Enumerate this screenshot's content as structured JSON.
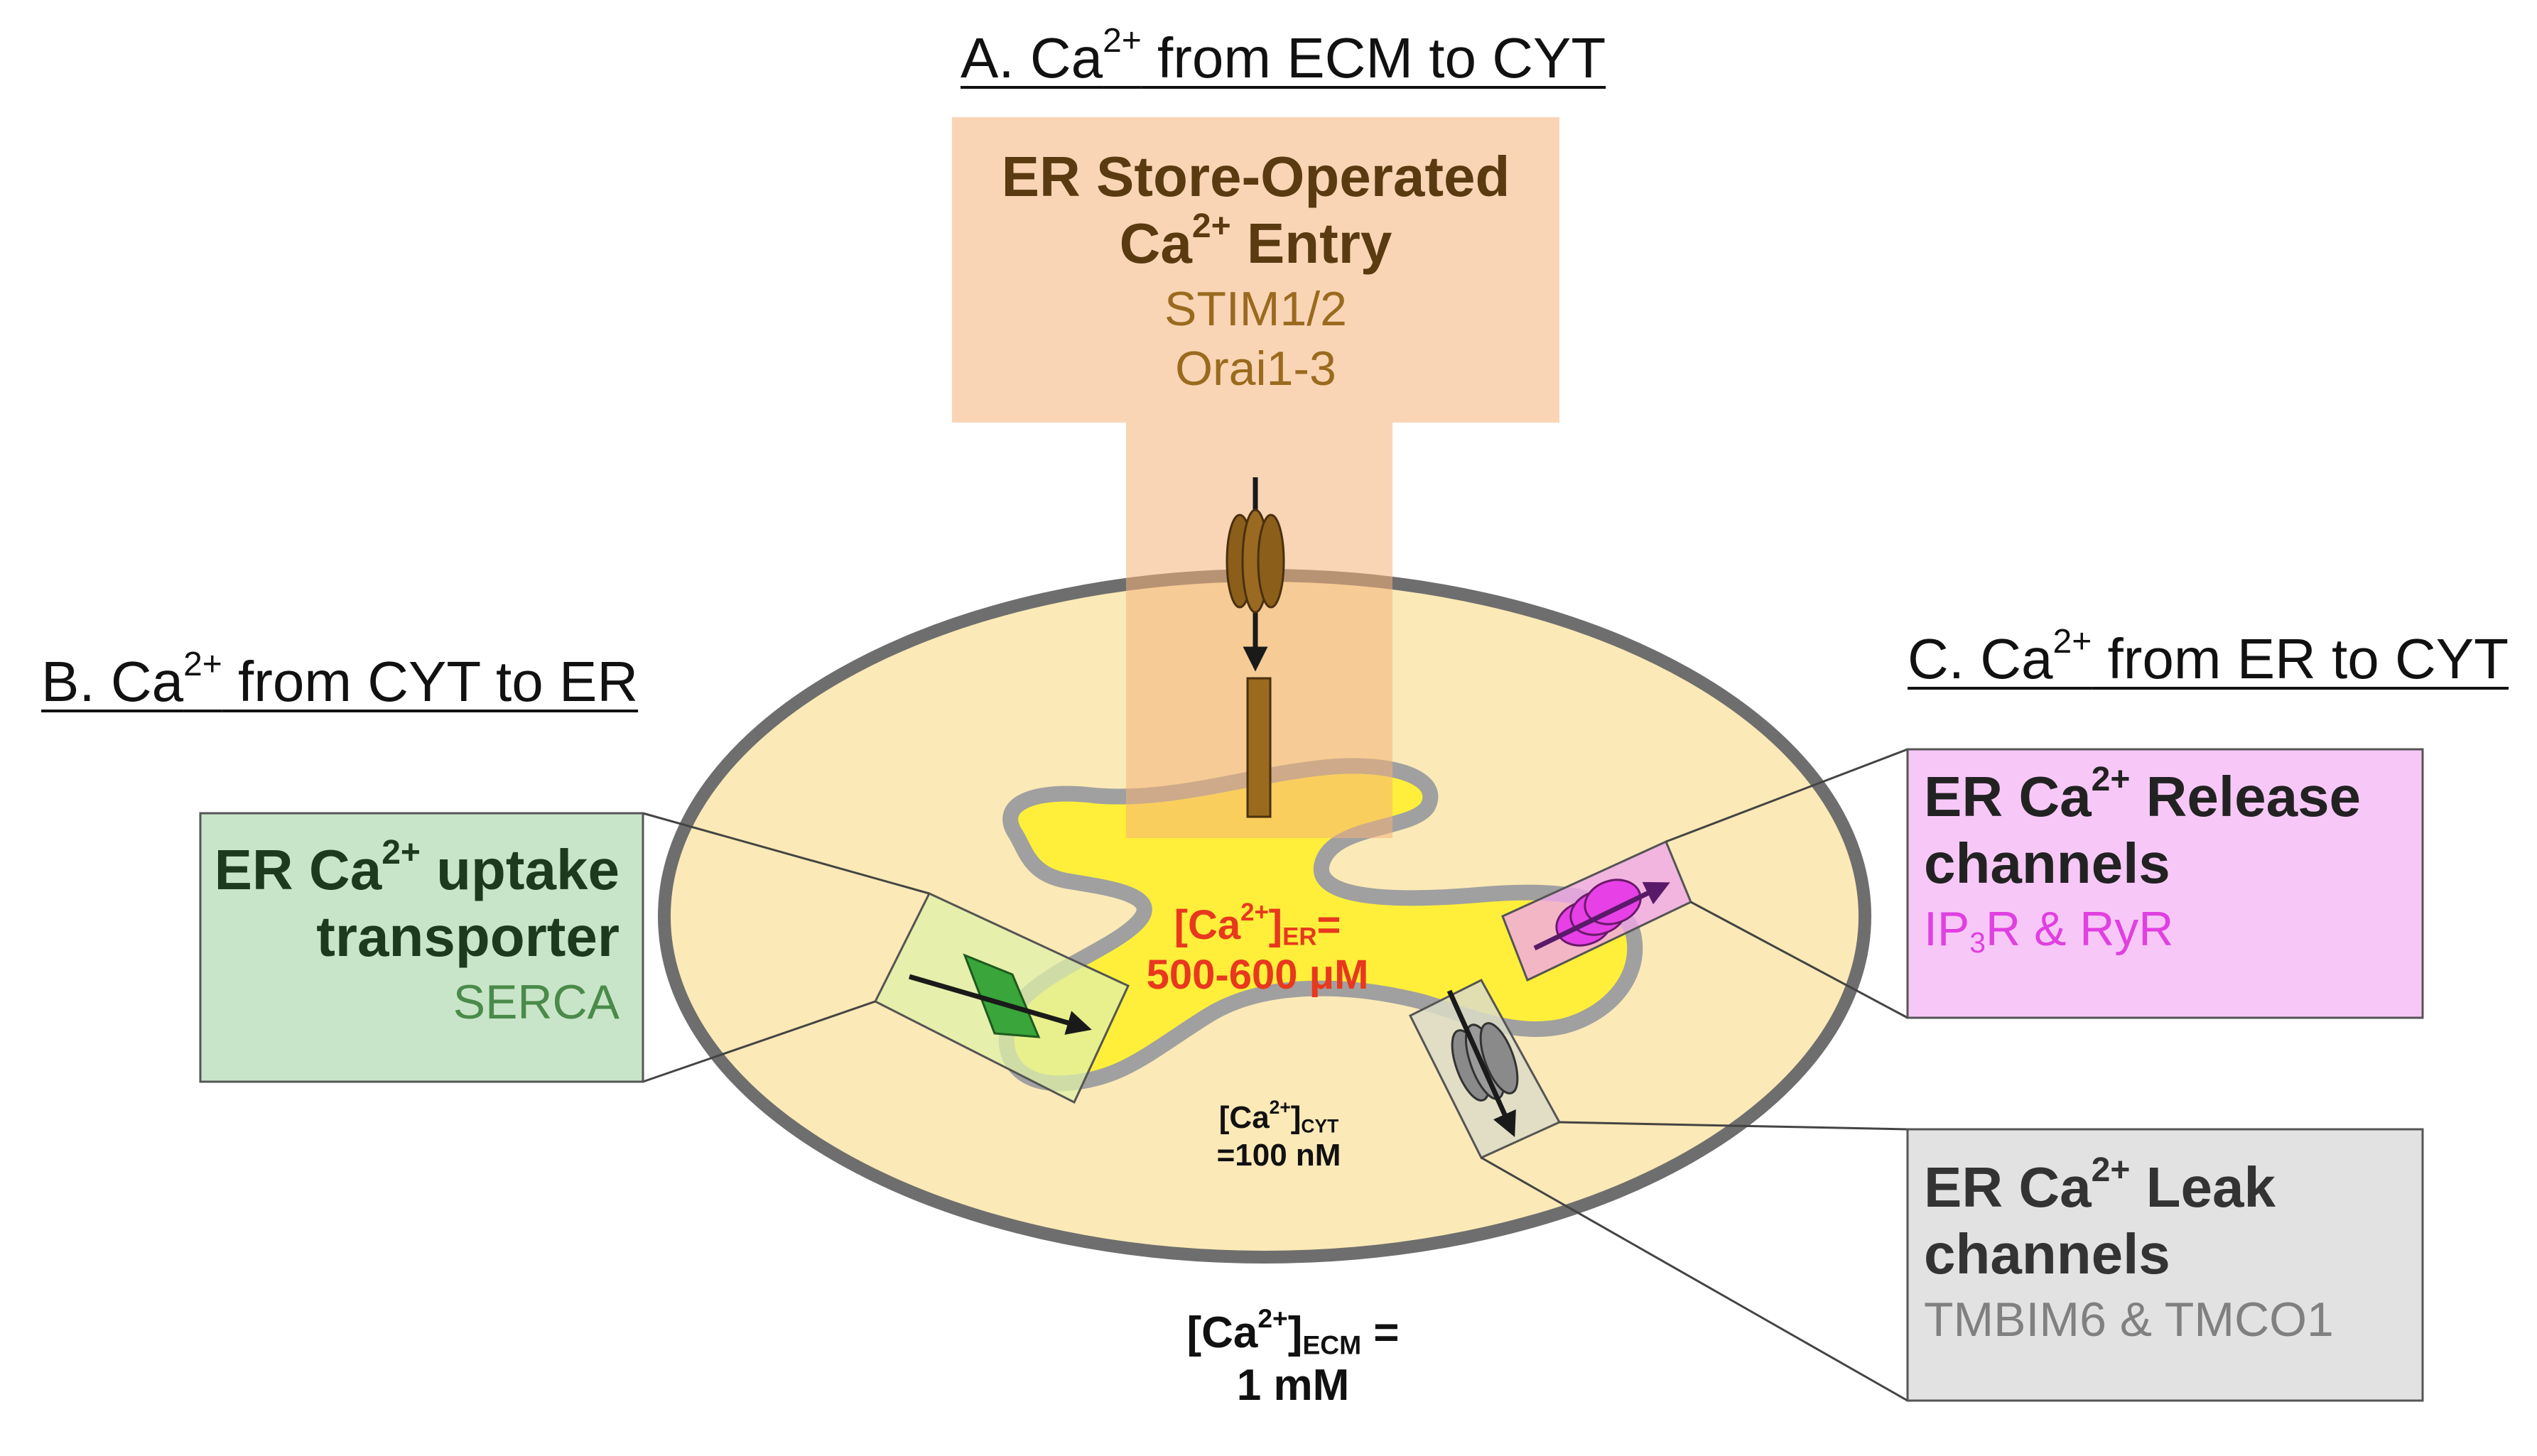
{
  "headings": {
    "a": {
      "prefix": "A. Ca",
      "sup": "2+",
      "suffix": " from ECM to CYT"
    },
    "b": {
      "prefix": "B. Ca",
      "sup": "2+",
      "suffix": " from CYT to ER"
    },
    "c": {
      "prefix": "C. Ca",
      "sup": "2+",
      "suffix": " from ER to CYT"
    }
  },
  "soce_box": {
    "line1": "ER Store-Operated",
    "line2_prefix": "Ca",
    "line2_sup": "2+",
    "line2_suffix": " Entry",
    "protein1": "STIM1/2",
    "protein2": "Orai1-3",
    "fill": "#f8d6b4",
    "text_color": "#5a3a10",
    "protein_color": "#9a6a1e"
  },
  "uptake_box": {
    "line1_prefix": "ER Ca",
    "line1_sup": "2+",
    "line1_suffix": " uptake",
    "line2": "transporter",
    "protein": "SERCA",
    "fill": "#c9e5c9",
    "text_color": "#1e3a1e",
    "protein_color": "#4a8a4a"
  },
  "release_box": {
    "line1_prefix": "ER Ca",
    "line1_sup": "2+",
    "line1_suffix": " Release",
    "line2": "channels",
    "protein_prefix": "IP",
    "protein_sub": "3",
    "protein_suffix": "R & RyR",
    "fill": "#f7c8f7",
    "text_color": "#222222",
    "protein_color": "#e040e0"
  },
  "leak_box": {
    "line1_prefix": "ER Ca",
    "line1_sup": "2+",
    "line1_suffix": " Leak",
    "line2": "channels",
    "protein": "TMBIM6 & TMCO1",
    "fill": "#e2e2e2",
    "text_color": "#333333",
    "protein_color": "#808080"
  },
  "concentrations": {
    "er": {
      "open": "[Ca",
      "sup": "2+",
      "close": "]",
      "sub": "ER",
      "eq": "=",
      "value": "500-600 μM",
      "color": "#e8381e"
    },
    "cyt": {
      "open": "[Ca",
      "sup": "2+",
      "close": "]",
      "sub": "CYT",
      "value": "=100 nM"
    },
    "ecm": {
      "open": "[Ca",
      "sup": "2+",
      "close": "]",
      "sub": "ECM",
      "eq": " =",
      "value": "1 mM"
    }
  },
  "colors": {
    "cell_fill": "#fbe9b7",
    "cell_border": "#6e6e6e",
    "er_fill": "#ffef3a",
    "er_border": "#a0a0a0",
    "soce_channel": "#8b5e1a",
    "serca": "#3aa53a",
    "release_channel": "#e640e6",
    "leak_channel": "#8a8a8a"
  }
}
